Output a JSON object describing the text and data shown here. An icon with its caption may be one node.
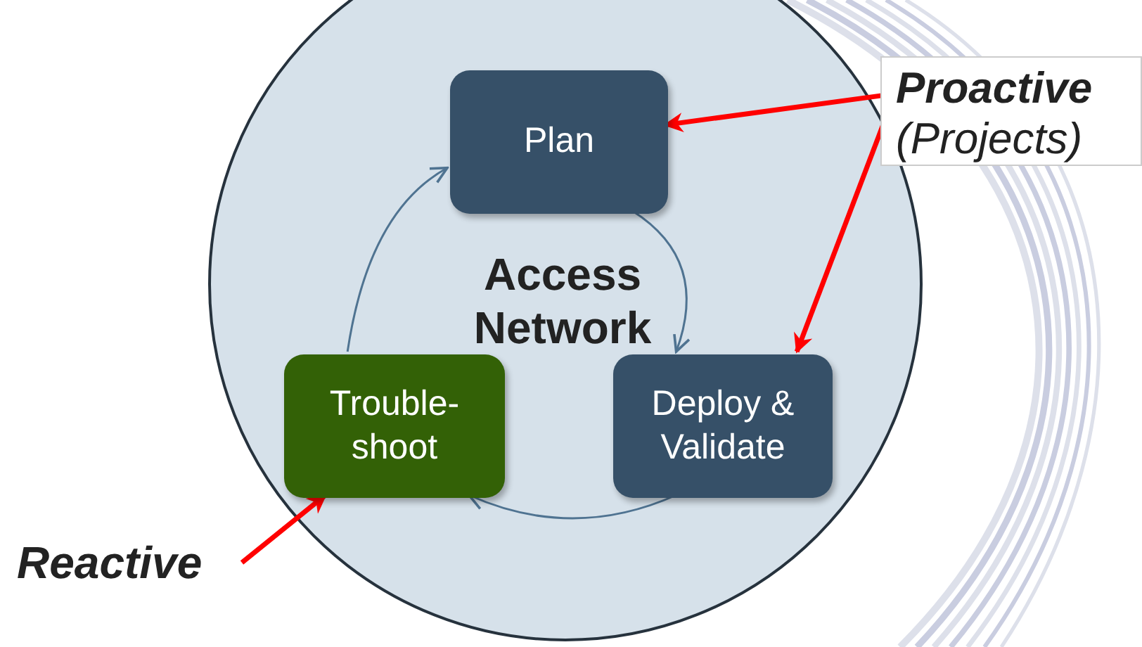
{
  "diagram": {
    "nodes": [
      {
        "text": [
          "Access Network"
        ]
      },
      {
        "text": [
          "Plan"
        ],
        "in": 0
      },
      {
        "text": [
          "Deploy & Validate"
        ],
        "in": 0
      },
      {
        "text": [
          "Trouble- shoot"
        ],
        "in": 0
      },
      {
        "text": [
          "Proactive",
          "(Projects)"
        ]
      },
      {
        "text": [
          "Reactive"
        ]
      }
    ],
    "edges": [
      {
        "from": 1,
        "to": 2,
        "arrow": "to"
      },
      {
        "from": 2,
        "to": 3,
        "arrow": "to"
      },
      {
        "from": 3,
        "to": 1,
        "arrow": "to"
      },
      {
        "from": 4,
        "to": 1,
        "arrow": "to",
        "style": "thick",
        "color": "#ff0000"
      },
      {
        "from": 4,
        "to": 2,
        "arrow": "to",
        "style": "thick",
        "color": "#ff0000"
      },
      {
        "from": 5,
        "to": 3,
        "arrow": "to",
        "style": "thick",
        "color": "#ff0000"
      }
    ]
  }
}
